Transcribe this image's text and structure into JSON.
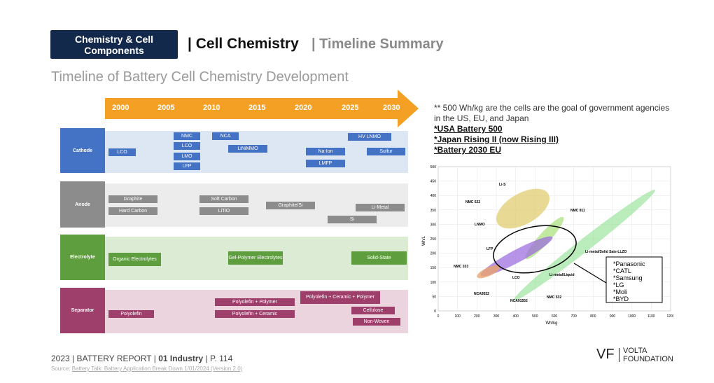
{
  "header": {
    "badge": "Chemistry & Cell Components",
    "title": "Cell Chemistry",
    "sep": "|",
    "title2": "Timeline Summary",
    "subtitle": "Timeline of Battery Cell Chemistry Development"
  },
  "timeline": {
    "years": [
      "2000",
      "2005",
      "2010",
      "2015",
      "2020",
      "2025",
      "2030"
    ],
    "rows": {
      "cathode": {
        "label": "Cathode",
        "items": [
          "LCO",
          "NMC",
          "LCO",
          "LMO",
          "LFP",
          "NCA",
          "LiNiMMO",
          "Na-Ion",
          "LMFP",
          "HV LNMO",
          "Sulfur"
        ]
      },
      "anode": {
        "label": "Anode",
        "items": [
          "Graphite",
          "Hard Carbon",
          "Soft Carbon",
          "LiTiO",
          "Graphite/Si",
          "Li-Metal",
          "Si"
        ]
      },
      "electrolyte": {
        "label": "Electrolyte",
        "items": [
          "Organic Electrolytes",
          "Gel-Polymer Electrolytes",
          "Solid-State"
        ]
      },
      "separator": {
        "label": "Separator",
        "items": [
          "Polyolefin",
          "Polyolefin + Polymer",
          "Polyolefin + Ceramic",
          "Polyolefin + Ceramic + Polymer",
          "Cellulose",
          "Non-Woven"
        ]
      }
    }
  },
  "note": {
    "text": "** 500 Wh/kg are the cells are the goal of government agencies in the US, EU, and Japan",
    "links": [
      "*USA Battery 500",
      "*Japan Rising II (now Rising III)",
      "*Battery 2030 EU"
    ]
  },
  "chart_data": {
    "type": "scatter",
    "xlabel": "Wh/kg",
    "ylabel": "Wh/L",
    "xlim": [
      0,
      1200
    ],
    "ylim": [
      0,
      500
    ],
    "xticks": [
      0,
      100,
      200,
      300,
      400,
      500,
      600,
      700,
      800,
      900,
      1000,
      1100,
      1200
    ],
    "yticks": [
      0,
      50,
      100,
      150,
      200,
      250,
      300,
      350,
      400,
      450,
      500
    ],
    "annotations": [
      "Li-S",
      "NMC 622",
      "NMC 811",
      "LNMO",
      "LFP",
      "NMC 333",
      "LCO",
      "NCA9532",
      "NCA91552",
      "NMC 532",
      "Li-metal/Liquid",
      "Li-metal/Solid Sate-LLZO"
    ],
    "manufacturers": [
      "*Panasonic",
      "*CATL",
      "*Samsung",
      "*LG",
      "*Moli",
      "*BYD"
    ]
  },
  "footer": {
    "year": "2023 | BATTERY REPORT | ",
    "section": "01 Industry",
    "page": " | P. 114",
    "source_label": "Source: ",
    "source_link": "Battery Talk: Battery Application Break Down 1/01/2024 (Version 2.0)",
    "logo_vf": "VF",
    "logo_line1": "VOLTA",
    "logo_line2": "FOUNDATION"
  },
  "colors": {
    "navy": "#13294b",
    "orange": "#f4a024",
    "cathode": "#4472c4",
    "anode": "#8c8c8c",
    "electrolyte": "#5f9e3e",
    "separator": "#9e3e6b"
  }
}
